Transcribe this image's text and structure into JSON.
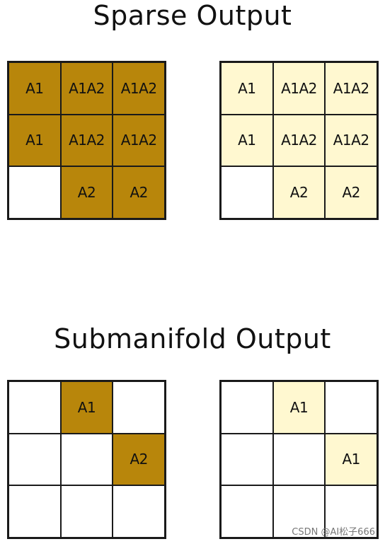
{
  "colors": {
    "dark": "#b8860b",
    "light": "#fff8d0",
    "empty": "#ffffff"
  },
  "sections": [
    {
      "title": "Sparse Output",
      "grids": [
        {
          "cells": [
            {
              "label": "A1",
              "fill": "dark"
            },
            {
              "label": "A1A2",
              "fill": "dark"
            },
            {
              "label": "A1A2",
              "fill": "dark"
            },
            {
              "label": "A1",
              "fill": "dark"
            },
            {
              "label": "A1A2",
              "fill": "dark"
            },
            {
              "label": "A1A2",
              "fill": "dark"
            },
            {
              "label": "",
              "fill": "empty"
            },
            {
              "label": "A2",
              "fill": "dark"
            },
            {
              "label": "A2",
              "fill": "dark"
            }
          ]
        },
        {
          "cells": [
            {
              "label": "A1",
              "fill": "light"
            },
            {
              "label": "A1A2",
              "fill": "light"
            },
            {
              "label": "A1A2",
              "fill": "light"
            },
            {
              "label": "A1",
              "fill": "light"
            },
            {
              "label": "A1A2",
              "fill": "light"
            },
            {
              "label": "A1A2",
              "fill": "light"
            },
            {
              "label": "",
              "fill": "empty"
            },
            {
              "label": "A2",
              "fill": "light"
            },
            {
              "label": "A2",
              "fill": "light"
            }
          ]
        }
      ]
    },
    {
      "title": "Submanifold Output",
      "grids": [
        {
          "cells": [
            {
              "label": "",
              "fill": "empty"
            },
            {
              "label": "A1",
              "fill": "dark"
            },
            {
              "label": "",
              "fill": "empty"
            },
            {
              "label": "",
              "fill": "empty"
            },
            {
              "label": "",
              "fill": "empty"
            },
            {
              "label": "A2",
              "fill": "dark"
            },
            {
              "label": "",
              "fill": "empty"
            },
            {
              "label": "",
              "fill": "empty"
            },
            {
              "label": "",
              "fill": "empty"
            }
          ]
        },
        {
          "cells": [
            {
              "label": "",
              "fill": "empty"
            },
            {
              "label": "A1",
              "fill": "light"
            },
            {
              "label": "",
              "fill": "empty"
            },
            {
              "label": "",
              "fill": "empty"
            },
            {
              "label": "",
              "fill": "empty"
            },
            {
              "label": "A1",
              "fill": "light"
            },
            {
              "label": "",
              "fill": "empty"
            },
            {
              "label": "",
              "fill": "empty"
            },
            {
              "label": "",
              "fill": "empty"
            }
          ]
        }
      ]
    }
  ],
  "watermark": "CSDN @AI松子666"
}
